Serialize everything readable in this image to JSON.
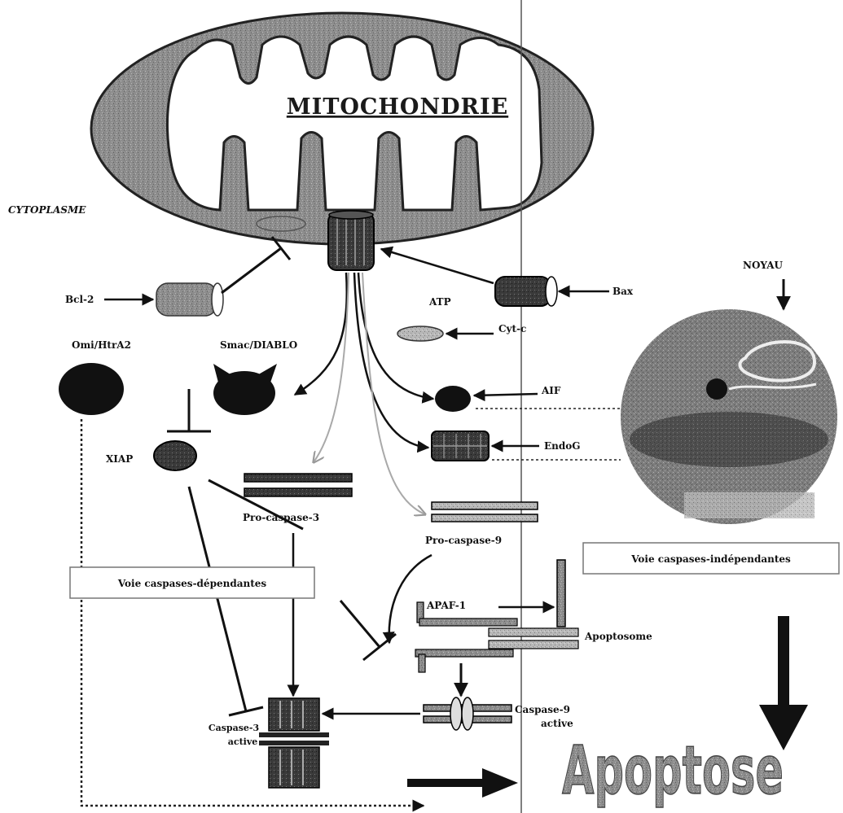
{
  "title": "MITOCHONDRIE",
  "regions": {
    "cytoplasm": "CYTOPLASME",
    "nucleus": "NOYAU"
  },
  "labels": {
    "bcl2": "Bcl-2",
    "bax": "Bax",
    "atp": "ATP",
    "cytc": "Cyt-c",
    "omi": "Omi/HtrA2",
    "smac": "Smac/DIABLO",
    "aif": "AIF",
    "xiap": "XIAP",
    "endog": "EndoG",
    "procasp3": "Pro-caspase-3",
    "procasp9": "Pro-caspase-9",
    "apaf1": "APAF-1",
    "apoptosome": "Apoptosome",
    "casp9_line1": "Caspase-9",
    "casp9_line2": "active",
    "casp3_line1": "Caspase-3",
    "casp3_line2": "active"
  },
  "pathways": {
    "independent": "Voie caspases-indépendantes",
    "dependent": "Voie caspases-dépendantes"
  },
  "outcome": "Apoptose"
}
